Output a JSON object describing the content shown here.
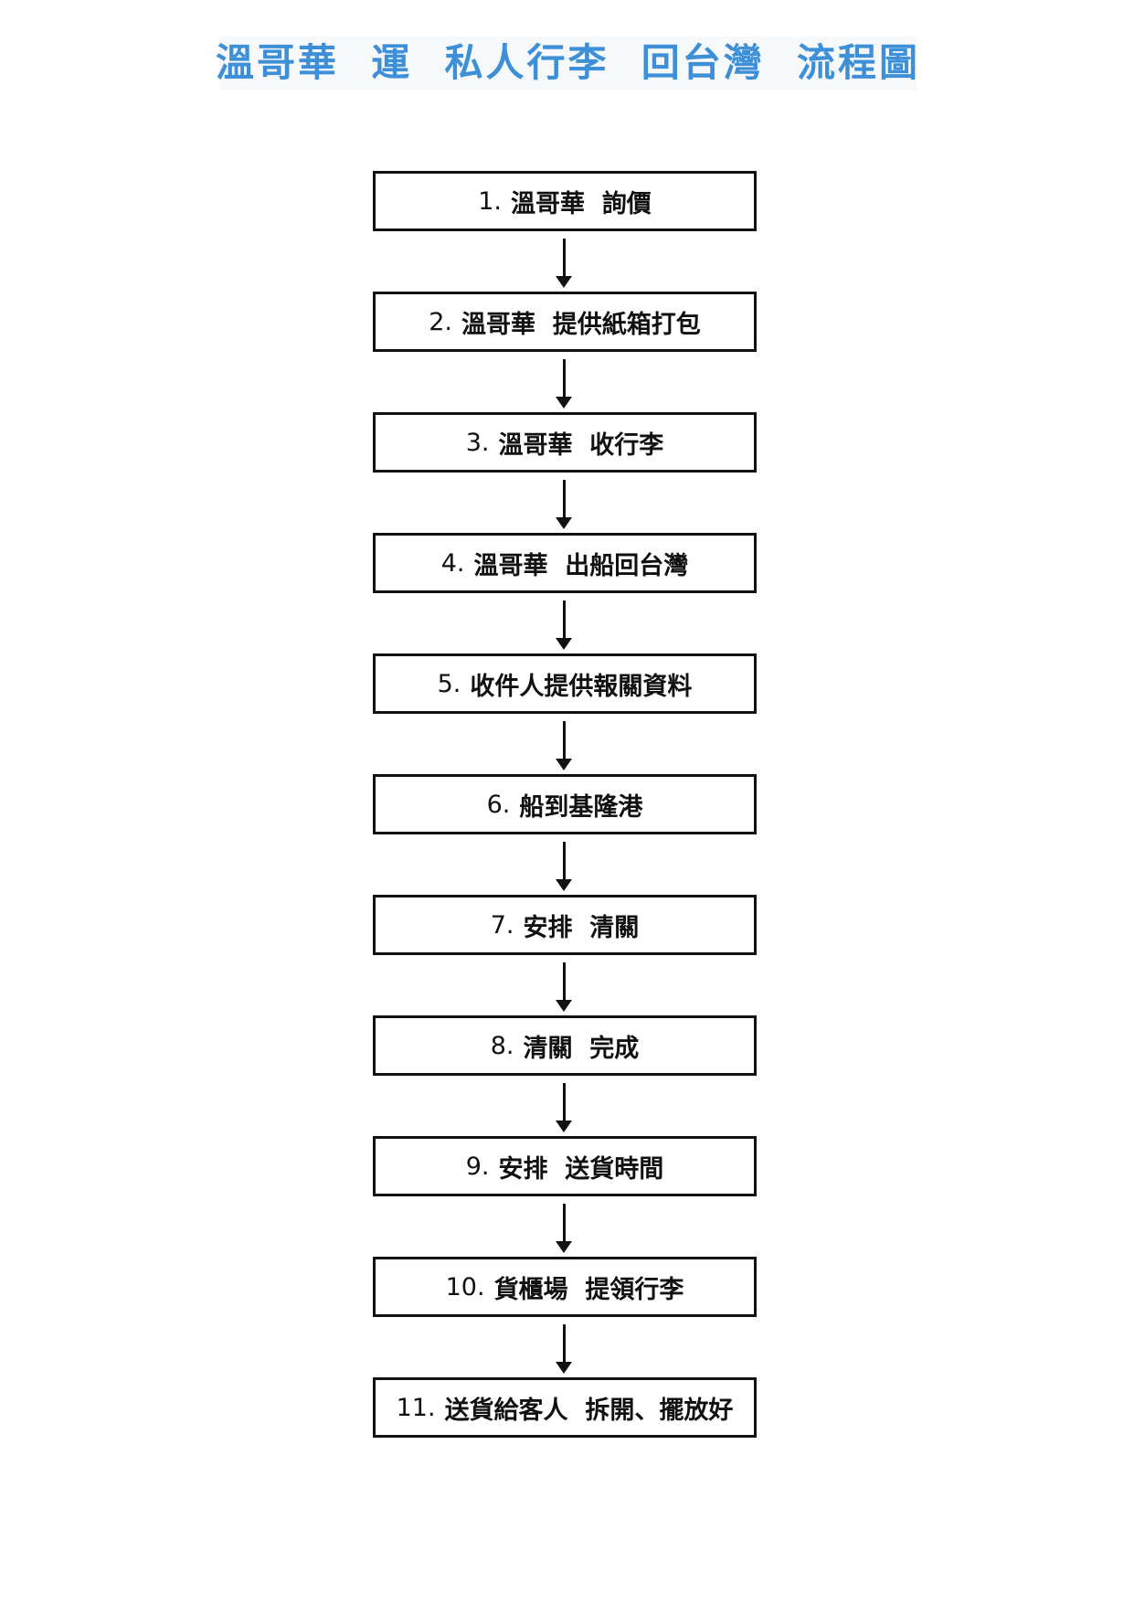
{
  "title": "溫哥華  運  私人行李  回台灣  流程圖",
  "colors": {
    "title": "#3d8fd8",
    "box_border": "#111111"
  },
  "steps": [
    {
      "num": "1.",
      "text": "溫哥華  詢價"
    },
    {
      "num": "2.",
      "text": "溫哥華  提供紙箱打包"
    },
    {
      "num": "3.",
      "text": "溫哥華  收行李"
    },
    {
      "num": "4.",
      "text": "溫哥華  出船回台灣"
    },
    {
      "num": "5.",
      "text": "收件人提供報關資料"
    },
    {
      "num": "6.",
      "text": "船到基隆港"
    },
    {
      "num": "7.",
      "text": "安排  清關"
    },
    {
      "num": "8.",
      "text": "清關  完成"
    },
    {
      "num": "9.",
      "text": "安排  送貨時間"
    },
    {
      "num": "10.",
      "text": "貨櫃場  提領行李"
    },
    {
      "num": "11.",
      "text": "送貨給客人  拆開、擺放好"
    }
  ]
}
